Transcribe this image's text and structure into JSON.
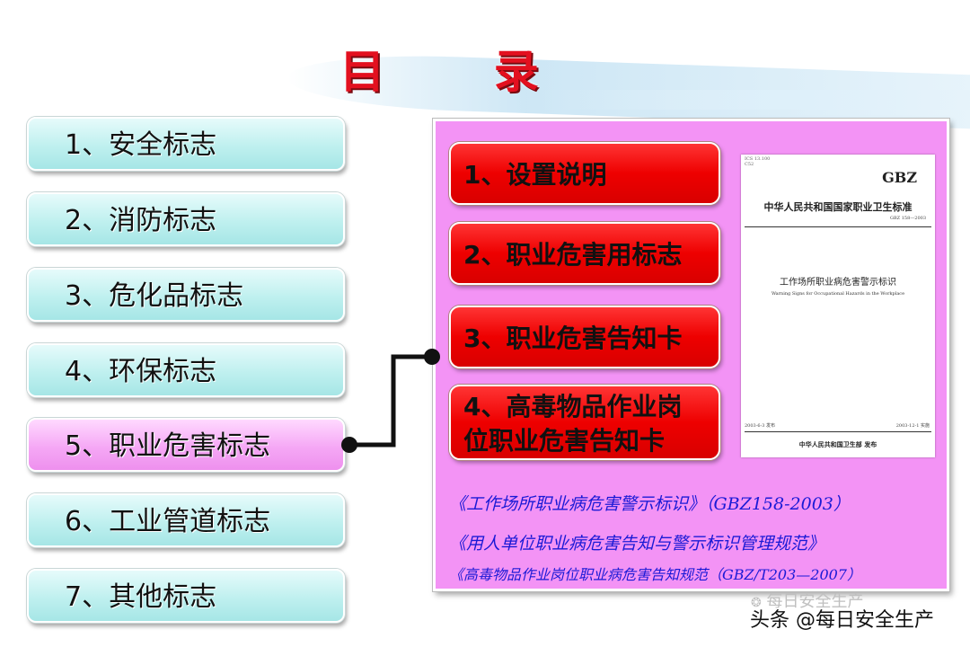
{
  "title": "目 录",
  "menu": [
    {
      "label": "1、安全标志"
    },
    {
      "label": "2、消防标志"
    },
    {
      "label": "3、危化品标志"
    },
    {
      "label": "4、环保标志"
    },
    {
      "label": "5、职业危害标志"
    },
    {
      "label": "6、工业管道标志"
    },
    {
      "label": "7、其他标志"
    }
  ],
  "active_item": "5、职业危害标志",
  "submenu": [
    {
      "label": "1、设置说明"
    },
    {
      "label": "2、职业危害用标志"
    },
    {
      "label": "3、职业危害告知卡"
    },
    {
      "label_line1": "4、高毒物品作业岗",
      "label_line2": "位职业危害告知卡"
    }
  ],
  "document": {
    "ics": "ICS 13.100",
    "code": "C52",
    "gbz": "GBZ",
    "org": "中华人民共和国国家职业卫生标准",
    "number": "GBZ 158—2003",
    "title": "工作场所职业病危害警示标识",
    "english": "Warning Signs for Occupational Hazards in the Workplace",
    "issue_date": "2003-6-3 发布",
    "impl_date": "2003-12-1 实施",
    "issuer": "中华人民共和国卫生部 发布"
  },
  "references": [
    "《工作场所职业病危害警示标识》（GBZ158-2003）",
    "《用人单位职业病危害告知与警示标识管理规范》",
    "《高毒物品作业岗位职业病危害告知规范（GBZ/T203—2007）"
  ],
  "watermark": "头条 @每日安全生产",
  "watermark_faint": "每日安全生产",
  "colors": {
    "title": "#e3101f",
    "menu_bg": "#bff0ef",
    "menu_active_bg": "#f5a8f5",
    "panel_bg": "#f393f5",
    "red_button": "#ee0000",
    "reference_text": "#1a1ad6"
  }
}
